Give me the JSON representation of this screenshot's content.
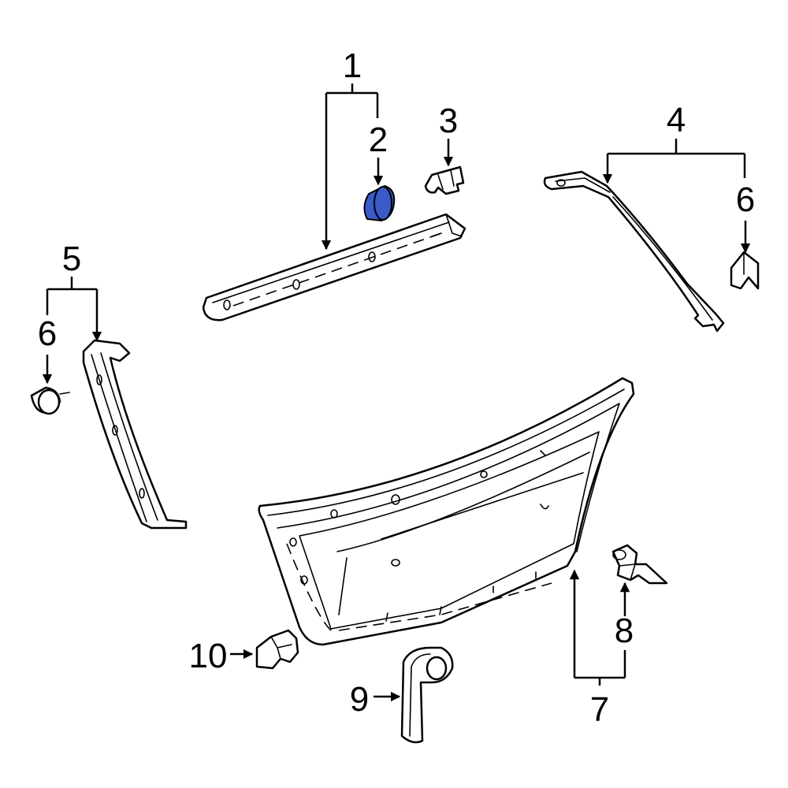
{
  "callouts": {
    "c1": "1",
    "c2": "2",
    "c3": "3",
    "c4": "4",
    "c5": "5",
    "c6a": "6",
    "c6b": "6",
    "c7": "7",
    "c8": "8",
    "c9": "9",
    "c10": "10"
  },
  "colors": {
    "highlight": "#3b5bc9",
    "line": "#000000",
    "background": "#ffffff"
  }
}
